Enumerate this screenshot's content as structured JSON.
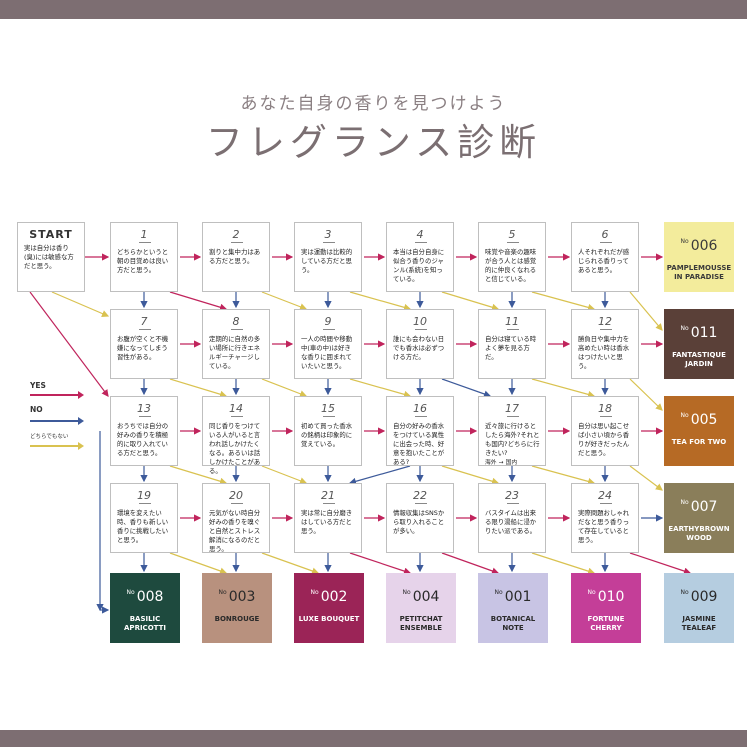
{
  "header": {
    "subtitle": "あなた自身の香りを見つけよう",
    "title": "フレグランス診断"
  },
  "legend": {
    "yes": "YES",
    "no": "NO",
    "either": "どちらでもない",
    "yes_color": "#c0245c",
    "no_color": "#3d5a9a",
    "either_color": "#d9c250"
  },
  "questions": {
    "start": {
      "label": "START",
      "text": "実は自分は香り(臭)には敏感な方だと思う。"
    },
    "q1": {
      "label": "1",
      "text": "どちらかというと朝の目覚めは良い方だと思う。"
    },
    "q2": {
      "label": "2",
      "text": "割りと集中力はある方だと思う。"
    },
    "q3": {
      "label": "3",
      "text": "実は運動は比較的している方だと思う。"
    },
    "q4": {
      "label": "4",
      "text": "本当は自分自身に似合う香りのジャンル(系統)を知っている。"
    },
    "q5": {
      "label": "5",
      "text": "味覚や音楽の趣味が合う人とは感覚的に仲良くなれると信じている。"
    },
    "q6": {
      "label": "6",
      "text": "人それぞれだが感じられる香りってあると思う。"
    },
    "q7": {
      "label": "7",
      "text": "お腹が空くと不機嫌になってしまう習性がある。"
    },
    "q8": {
      "label": "8",
      "text": "定期的に自然の多い場所に行きエネルギーチャージしている。"
    },
    "q9": {
      "label": "9",
      "text": "一人の時間や移動中(車の中)は好きな香りに囲まれていたいと思う。"
    },
    "q10": {
      "label": "10",
      "text": "誰にも会わない日でも香水は必ずつける方だ。"
    },
    "q11": {
      "label": "11",
      "text": "自分は寝ている時よく夢を見る方だ。"
    },
    "q12": {
      "label": "12",
      "text": "勝負日や集中力を高めたい時は香水はつけたいと思う。"
    },
    "q13": {
      "label": "13",
      "text": "おうちでは自分の好みの香りを積極的に取り入れている方だと思う。"
    },
    "q14": {
      "label": "14",
      "text": "同じ香りをつけている人がいると言われ話しかけたくなる。あるいは話しかけたことがある。"
    },
    "q15": {
      "label": "15",
      "text": "初めて買った香水の銘柄は印象的に覚えている。"
    },
    "q16": {
      "label": "16",
      "text": "自分の好みの香水をつけている異性に出会った時、好意を抱いたことがある?"
    },
    "q17": {
      "label": "17",
      "text": "近々旅に行けるとしたら海外?それとも国内?どちらに行きたい?",
      "option_a": "海外",
      "option_b": "国内"
    },
    "q18": {
      "label": "18",
      "text": "自分は思い起こせば小さい頃から香りが好きだったんだと思う。"
    },
    "q19": {
      "label": "19",
      "text": "環境を変えたい時、香りも新しい香りに挑戦したいと思う。"
    },
    "q20": {
      "label": "20",
      "text": "元気がない時自分好みの香りを嗅ぐと自然とストレス解消になるのだと思う。"
    },
    "q21": {
      "label": "21",
      "text": "実は常に自分磨きはしている方だと思う。"
    },
    "q22": {
      "label": "22",
      "text": "情報収集はSNSから取り入れることが多い。"
    },
    "q23": {
      "label": "23",
      "text": "バスタイムは出来る限り湯船に浸かりたい派である。"
    },
    "q24": {
      "label": "24",
      "text": "実際問題おしゃれだなと思う香りって存在していると思う。"
    }
  },
  "results": {
    "r006": {
      "no_prefix": "No",
      "number": "006",
      "name1": "PAMPLEMOUSSE",
      "name2": "IN PARADISE",
      "color": "#f3ec9c",
      "text_color": "#3a3a3a"
    },
    "r011": {
      "no_prefix": "No",
      "number": "011",
      "name1": "FANTASTIQUE",
      "name2": "JARDIN",
      "color": "#5a4038",
      "text_color": "#ffffff"
    },
    "r005": {
      "no_prefix": "No",
      "number": "005",
      "name1": "TEA FOR TWO",
      "name2": "",
      "color": "#b66a25",
      "text_color": "#ffffff"
    },
    "r007": {
      "no_prefix": "No",
      "number": "007",
      "name1": "EARTHYBROWN",
      "name2": "WOOD",
      "color": "#8a7e5a",
      "text_color": "#ffffff"
    },
    "r009": {
      "no_prefix": "No",
      "number": "009",
      "name1": "JASMINE",
      "name2": "TEALEAF",
      "color": "#b5cde0",
      "text_color": "#2a2a2a"
    },
    "r008": {
      "no_prefix": "No",
      "number": "008",
      "name1": "BASILIC",
      "name2": "APRICOTTI",
      "color": "#1e4a3e",
      "text_color": "#ffffff"
    },
    "r003": {
      "no_prefix": "No",
      "number": "003",
      "name1": "BONROUGE",
      "name2": "",
      "color": "#b8917e",
      "text_color": "#2a2a2a"
    },
    "r002": {
      "no_prefix": "No",
      "number": "002",
      "name1": "LUXE BOUQUET",
      "name2": "",
      "color": "#9b2457",
      "text_color": "#ffffff"
    },
    "r004": {
      "no_prefix": "No",
      "number": "004",
      "name1": "PETITCHAT",
      "name2": "ENSEMBLE",
      "color": "#e6d3ea",
      "text_color": "#2a2a2a"
    },
    "r001": {
      "no_prefix": "No",
      "number": "001",
      "name1": "BOTANICAL",
      "name2": "NOTE",
      "color": "#c8c4e4",
      "text_color": "#2a2a2a"
    },
    "r010": {
      "no_prefix": "No",
      "number": "010",
      "name1": "FORTUNE",
      "name2": "CHERRY",
      "color": "#c43e98",
      "text_color": "#ffffff"
    }
  },
  "colors": {
    "bar": "#7d6e72",
    "box_border": "#bfbfbf"
  }
}
